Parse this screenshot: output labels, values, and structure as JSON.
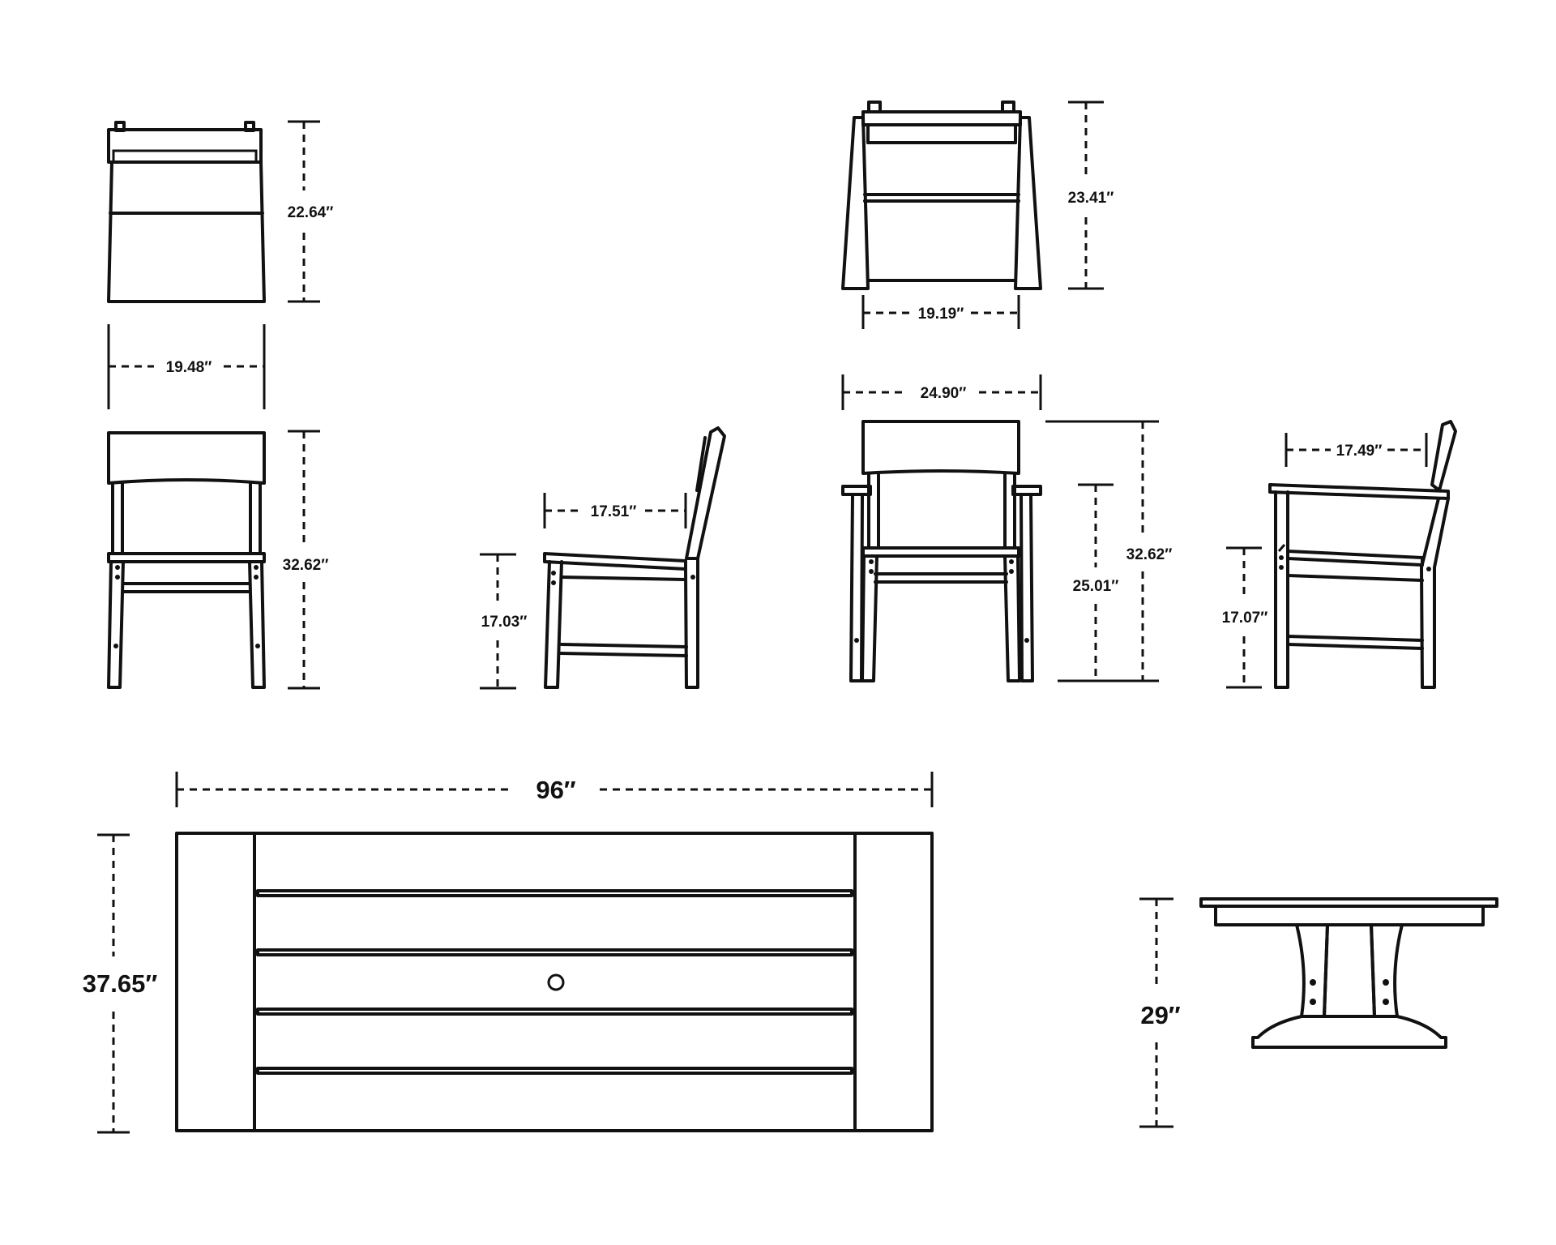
{
  "side_chair": {
    "back_height": "22.64″",
    "width": "19.48″",
    "height": "32.62″",
    "seat_height": "17.03″",
    "depth": "17.51″"
  },
  "arm_chair": {
    "back_height": "23.41″",
    "inner_width": "19.19″",
    "width": "24.90″",
    "height": "32.62″",
    "arm_height": "25.01″",
    "seat_height": "17.07″",
    "depth": "17.49″"
  },
  "table": {
    "length": "96″",
    "width": "37.65″",
    "height": "29″"
  },
  "colors": {
    "line": "#111111",
    "background": "#ffffff"
  }
}
